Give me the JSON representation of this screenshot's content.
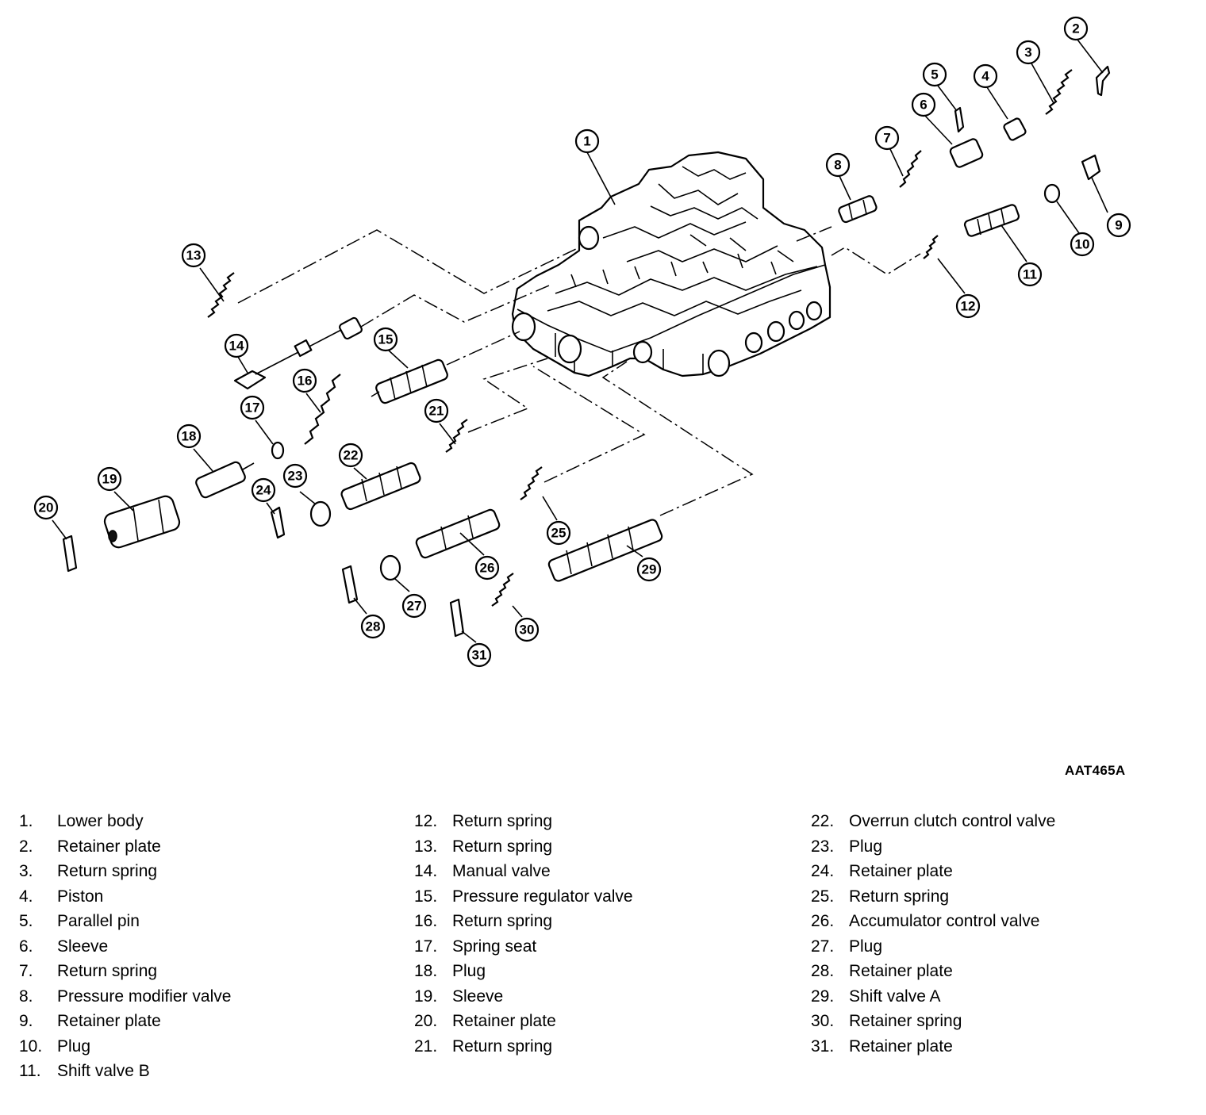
{
  "figure_code": "AAT465A",
  "parts": [
    {
      "num": "1",
      "name": "Lower body"
    },
    {
      "num": "2",
      "name": "Retainer plate"
    },
    {
      "num": "3",
      "name": "Return spring"
    },
    {
      "num": "4",
      "name": "Piston"
    },
    {
      "num": "5",
      "name": "Parallel pin"
    },
    {
      "num": "6",
      "name": "Sleeve"
    },
    {
      "num": "7",
      "name": "Return spring"
    },
    {
      "num": "8",
      "name": "Pressure modifier valve"
    },
    {
      "num": "9",
      "name": "Retainer plate"
    },
    {
      "num": "10",
      "name": "Plug"
    },
    {
      "num": "11",
      "name": "Shift valve B"
    },
    {
      "num": "12",
      "name": "Return spring"
    },
    {
      "num": "13",
      "name": "Return spring"
    },
    {
      "num": "14",
      "name": "Manual valve"
    },
    {
      "num": "15",
      "name": "Pressure regulator valve"
    },
    {
      "num": "16",
      "name": "Return spring"
    },
    {
      "num": "17",
      "name": "Spring seat"
    },
    {
      "num": "18",
      "name": "Plug"
    },
    {
      "num": "19",
      "name": "Sleeve"
    },
    {
      "num": "20",
      "name": "Retainer plate"
    },
    {
      "num": "21",
      "name": "Return spring"
    },
    {
      "num": "22",
      "name": "Overrun clutch control valve"
    },
    {
      "num": "23",
      "name": "Plug"
    },
    {
      "num": "24",
      "name": "Retainer plate"
    },
    {
      "num": "25",
      "name": "Return spring"
    },
    {
      "num": "26",
      "name": "Accumulator control valve"
    },
    {
      "num": "27",
      "name": "Plug"
    },
    {
      "num": "28",
      "name": "Retainer plate"
    },
    {
      "num": "29",
      "name": "Shift valve A"
    },
    {
      "num": "30",
      "name": "Retainer spring"
    },
    {
      "num": "31",
      "name": "Retainer plate"
    }
  ]
}
